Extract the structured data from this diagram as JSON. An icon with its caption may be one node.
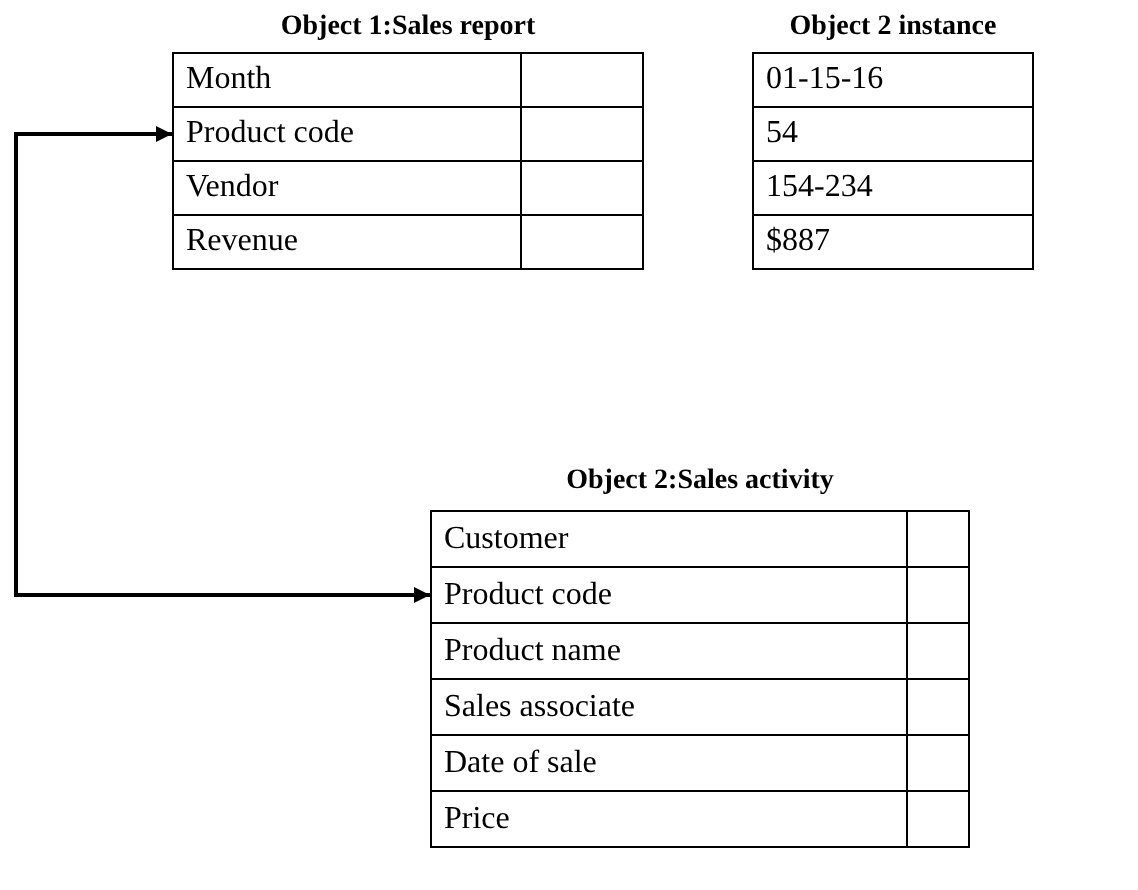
{
  "diagram": {
    "nodes": [
      {
        "text": [
          "Object 1:Sales report"
        ]
      },
      {
        "text": [
          "Month"
        ],
        "in": 0
      },
      {
        "text": [
          "Product code"
        ],
        "in": 0
      },
      {
        "text": [
          "Vendor"
        ],
        "in": 0
      },
      {
        "text": [
          "Revenue"
        ],
        "in": 0
      },
      {
        "text": [
          "Object 2 instance"
        ]
      },
      {
        "text": [
          "01-15-16"
        ],
        "in": 5
      },
      {
        "text": [
          "54"
        ],
        "in": 5
      },
      {
        "text": [
          "154-234"
        ],
        "in": 5
      },
      {
        "text": [
          "$887"
        ],
        "in": 5
      },
      {
        "text": [
          "Object 2:Sales activity"
        ]
      },
      {
        "text": [
          "Customer"
        ],
        "in": 10
      },
      {
        "text": [
          "Product code"
        ],
        "in": 10
      },
      {
        "text": [
          "Product name"
        ],
        "in": 10
      },
      {
        "text": [
          "Sales associate"
        ],
        "in": 10
      },
      {
        "text": [
          "Date of sale"
        ],
        "in": 10
      },
      {
        "text": [
          "Price"
        ],
        "in": 10
      }
    ],
    "edges": [
      {
        "from": 2,
        "to": 12,
        "arrow": "both"
      }
    ]
  }
}
